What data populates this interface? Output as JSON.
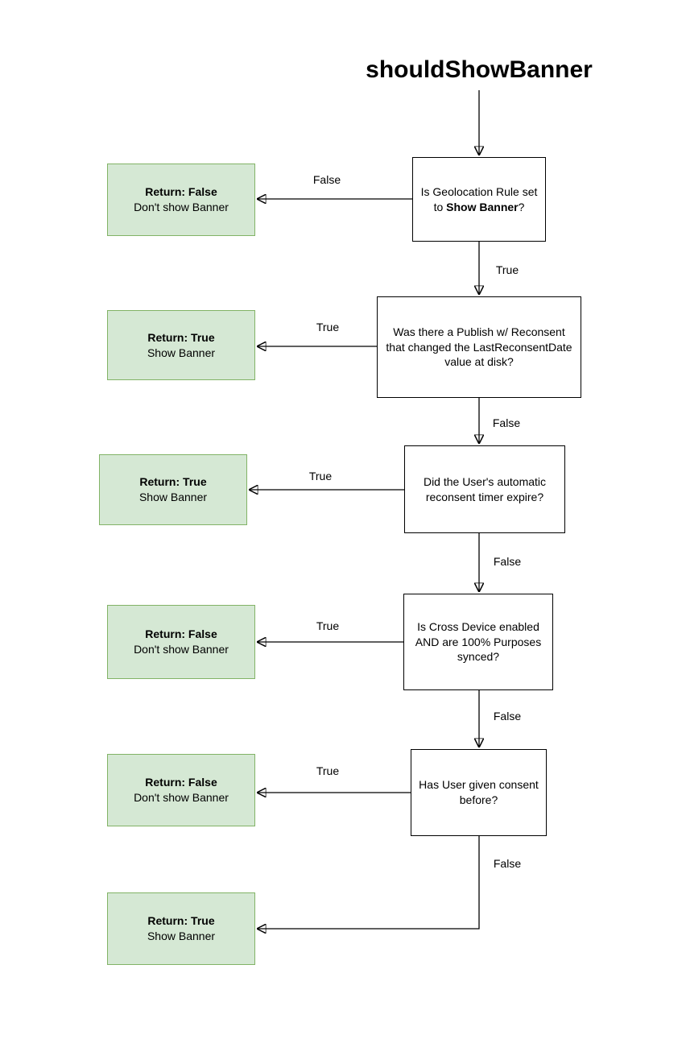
{
  "title": "shouldShowBanner",
  "colors": {
    "result_fill": "#d5e8d4",
    "result_border": "#82b366",
    "decision_fill": "#ffffff",
    "decision_border": "#000000",
    "line": "#000000"
  },
  "decisions": {
    "geo": {
      "prefix": "Is Geolocation Rule set to ",
      "bold": "Show Banner",
      "suffix": "?"
    },
    "publish": {
      "text": "Was there a Publish w/ Reconsent that changed the LastReconsentDate value at disk?"
    },
    "timer": {
      "text": "Did the User's automatic reconsent timer expire?"
    },
    "crossdevice": {
      "text": "Is Cross Device enabled AND are 100% Purposes synced?"
    },
    "consent": {
      "text": "Has User given consent before?"
    }
  },
  "results": {
    "geo_false": {
      "title": "Return: False",
      "subtitle": "Don't show Banner"
    },
    "publish_true": {
      "title": "Return: True",
      "subtitle": "Show Banner"
    },
    "timer_true": {
      "title": "Return: True",
      "subtitle": "Show Banner"
    },
    "crossdevice_true": {
      "title": "Return: False",
      "subtitle": "Don't show Banner"
    },
    "consent_true": {
      "title": "Return: False",
      "subtitle": "Don't show Banner"
    },
    "consent_false": {
      "title": "Return: True",
      "subtitle": "Show Banner"
    }
  },
  "edge_labels": {
    "geo_false": "False",
    "geo_true": "True",
    "publish_true": "True",
    "publish_false": "False",
    "timer_true": "True",
    "timer_false": "False",
    "crossdevice_true": "True",
    "crossdevice_false": "False",
    "consent_true": "True",
    "consent_false": "False"
  }
}
